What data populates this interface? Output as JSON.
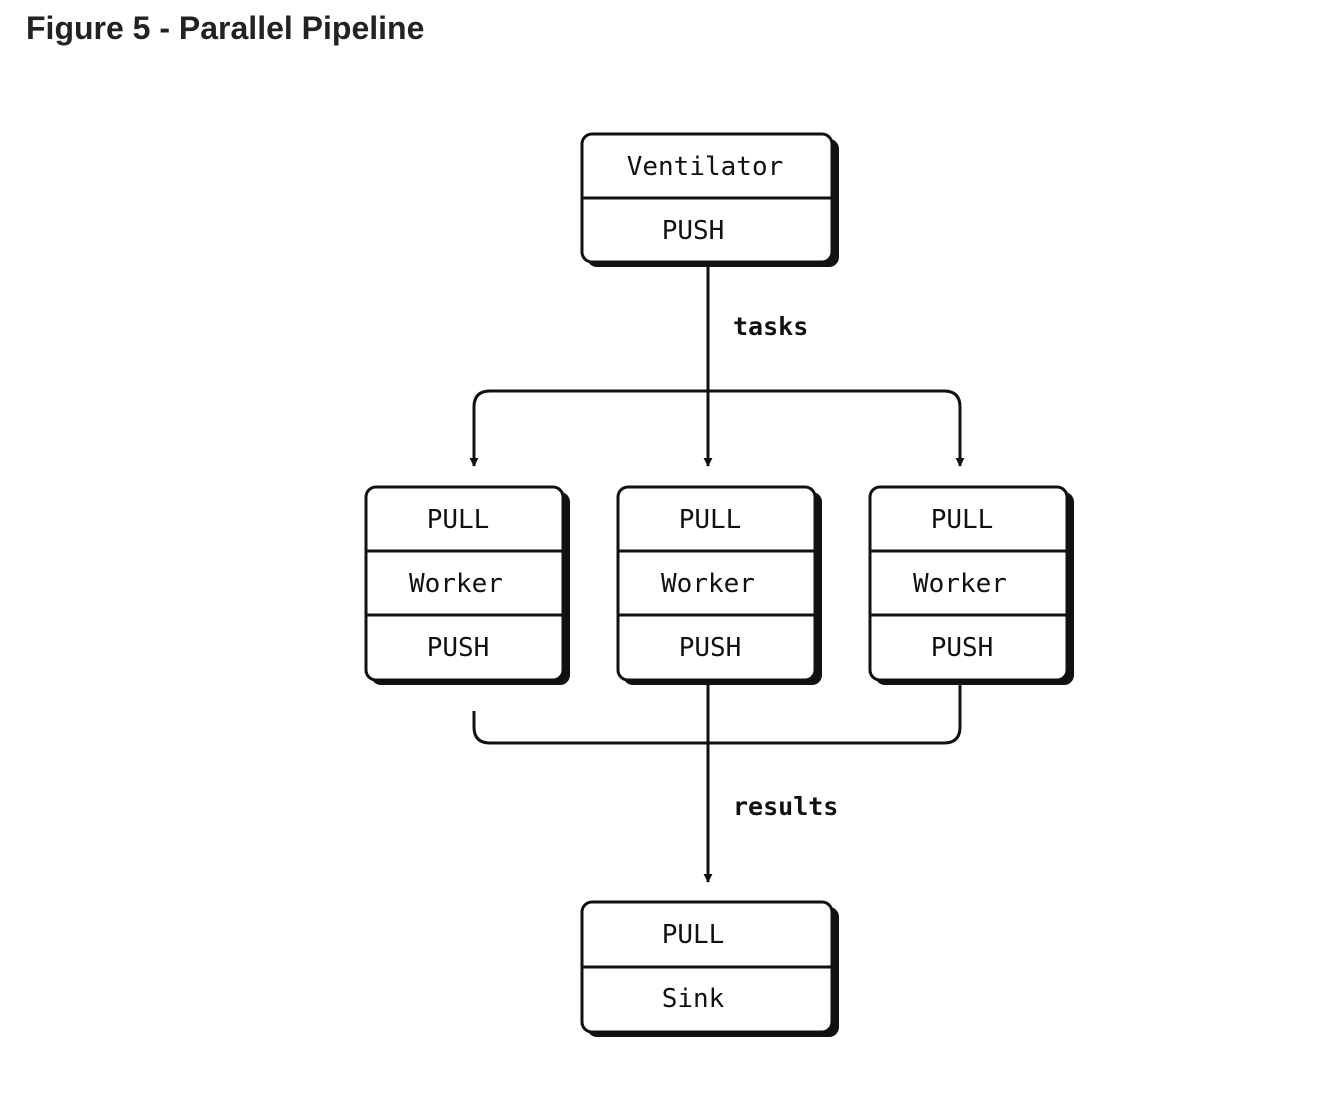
{
  "figure": {
    "title": "Figure 5 - Parallel Pipeline"
  },
  "nodes": {
    "ventilator": {
      "name": "Ventilator",
      "socket": "PUSH"
    },
    "workers": [
      {
        "in_socket": "PULL",
        "name": "Worker",
        "out_socket": "PUSH"
      },
      {
        "in_socket": "PULL",
        "name": "Worker",
        "out_socket": "PUSH"
      },
      {
        "in_socket": "PULL",
        "name": "Worker",
        "out_socket": "PUSH"
      }
    ],
    "sink": {
      "socket": "PULL",
      "name": "Sink"
    }
  },
  "edges": {
    "tasks_label": "tasks",
    "results_label": "results"
  }
}
